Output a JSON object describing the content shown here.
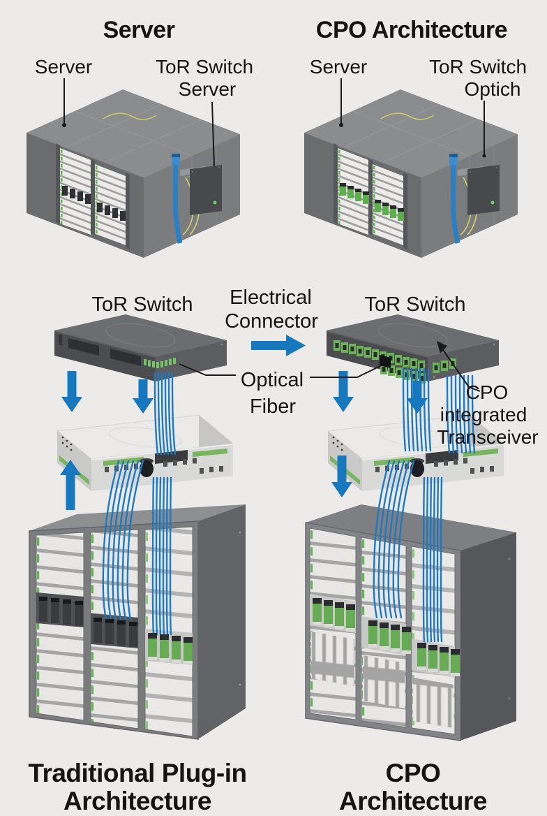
{
  "top_left_panel": {
    "title": "Server",
    "server_label": "Server",
    "tor_switch_label": "ToR Switch",
    "tor_switch_sublabel": "Server"
  },
  "top_right_panel": {
    "title": "CPO Architecture",
    "server_label": "Server",
    "tor_switch_label": "ToR Switch",
    "tor_switch_sublabel": "Optich"
  },
  "middle": {
    "left_tor_switch_label": "ToR Switch",
    "right_tor_switch_label": "ToR Switch",
    "electrical_connector_label_line1": "Electrical",
    "electrical_connector_label_line2": "Connector",
    "optical_fiber_label_line1": "Optical",
    "optical_fiber_label_line2": "Fiber",
    "cpo_transceiver_label_line1": "CPO",
    "cpo_transceiver_label_line2": "integrated",
    "cpo_transceiver_label_line3": "Transceiver"
  },
  "captions": {
    "left_line1": "Traditional Plug-in",
    "left_line2": "Architecture",
    "right_line1": "CPO",
    "right_line2": "Architecture"
  },
  "colors": {
    "background": "#ecebe9",
    "accent_blue": "#1878be",
    "fiber_blue": "#1d79c2",
    "text": "#141414",
    "cabinet_gray": "#7b7c7e",
    "switch_dark": "#4a4c50",
    "panel_white": "#e8e7e5",
    "module_green": "#68ab55"
  }
}
